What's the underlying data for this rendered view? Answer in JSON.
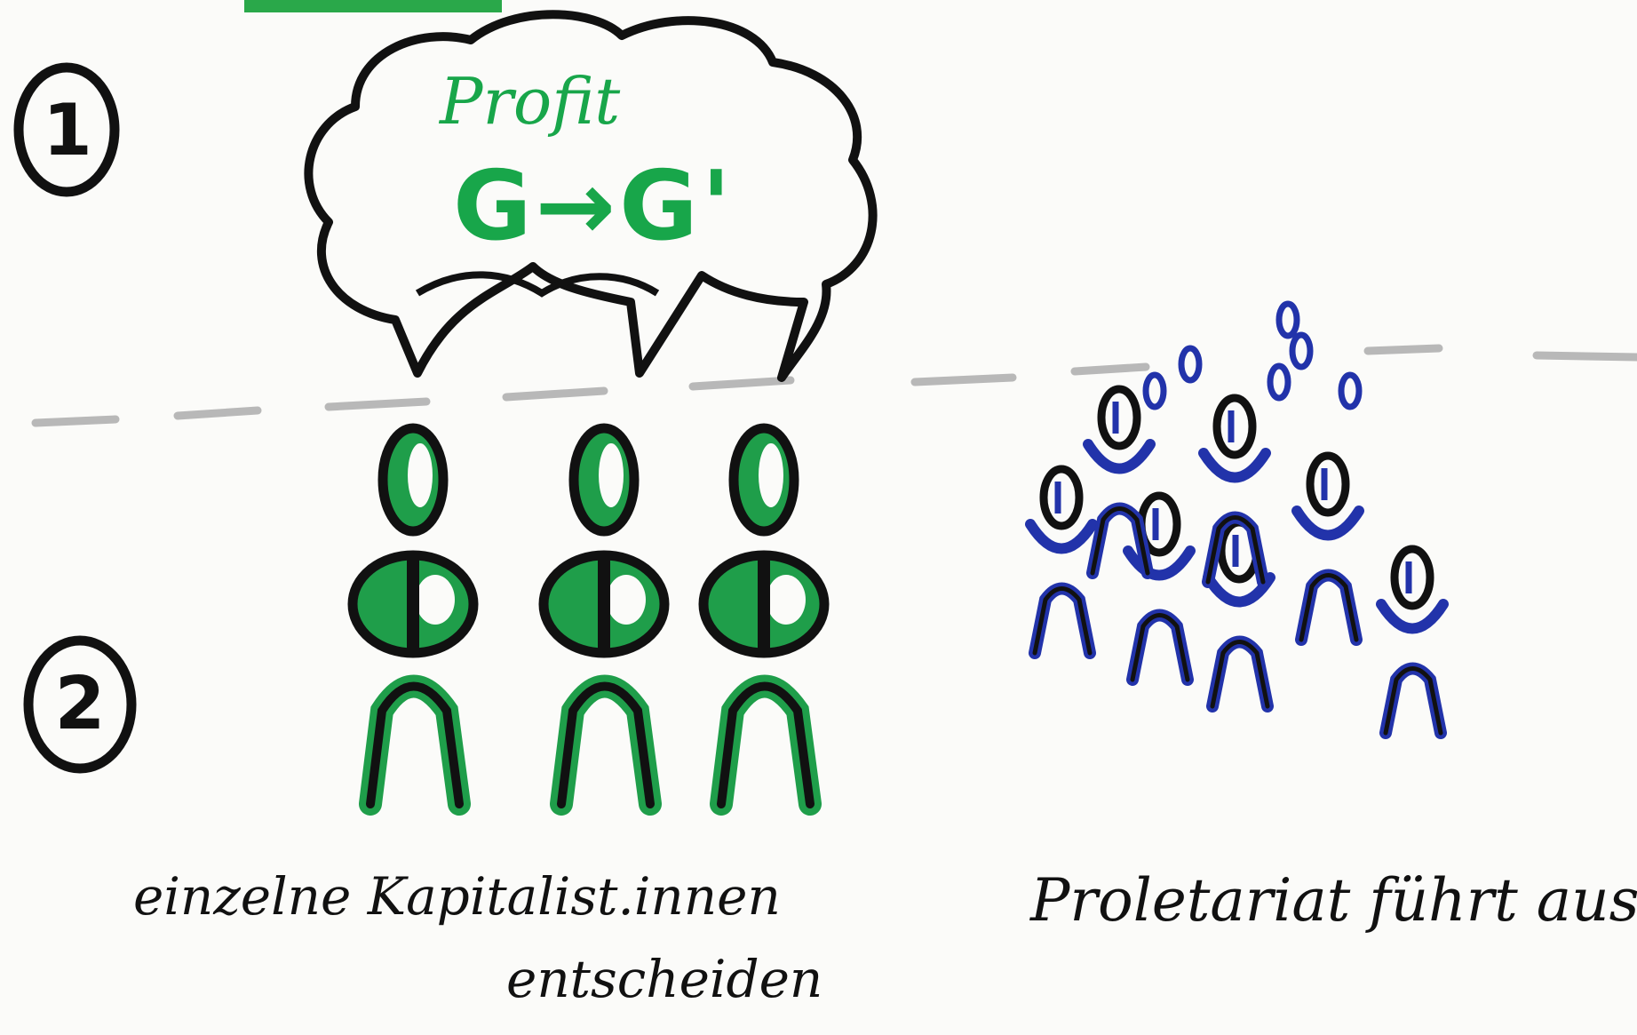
{
  "steps": {
    "first": "1",
    "second": "2"
  },
  "thought_bubble": {
    "word": "Profit",
    "formula": "G→G'"
  },
  "groups": {
    "capitalists": {
      "caption_line1": "einzelne Kapitalist.innen",
      "caption_line2": "entscheiden",
      "figure_count": 3,
      "color": "#1f9e4a"
    },
    "proletariat": {
      "caption": "Proletariat führt aus",
      "figure_count": 7,
      "color": "#2233aa"
    }
  },
  "colors": {
    "ink": "#111111",
    "green": "#18a64a",
    "blue": "#2233aa",
    "divider": "#b8b8b8",
    "banner": "#2aa84a"
  }
}
